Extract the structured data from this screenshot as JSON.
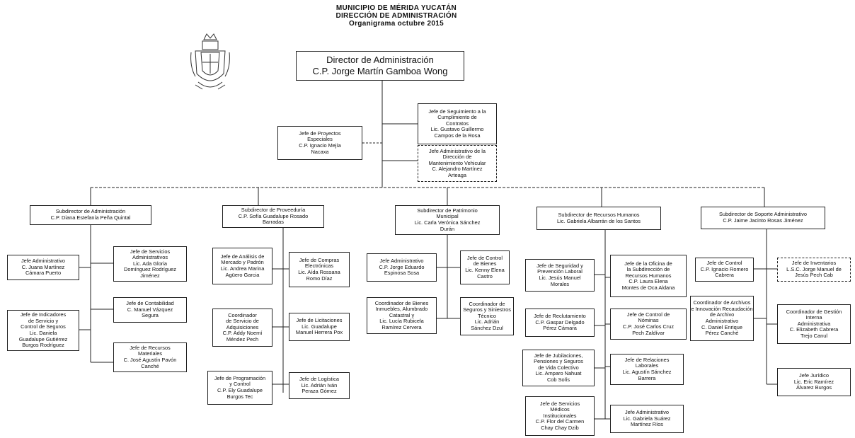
{
  "header": {
    "line1": "MUNICIPIO DE MÉRIDA YUCATÁN",
    "line2": "DIRECCIÓN DE ADMINISTRACIÓN",
    "line3": "Organigrama octubre 2015"
  },
  "director": {
    "title": "Director de Administración",
    "name": "C.P. Jorge Martín Gamboa Wong"
  },
  "staff_right": [
    {
      "lines": [
        "Jefe de Seguimiento a la",
        "Cumplimiento de",
        "Contratos",
        "Lic. Gustavo Guillermo",
        "Campos de la Rosa"
      ]
    },
    {
      "lines": [
        "Jefe Administrativo de la",
        "Dirección de",
        "Mantenimiento Vehicular",
        "C. Alejandro Martínez",
        "Arteaga"
      ]
    }
  ],
  "staff_left": {
    "lines": [
      "Jefe de Proyectos",
      "Especiales",
      "C.P. Ignacio Mejía",
      "Nacaxa"
    ]
  },
  "subdirections": [
    {
      "lines": [
        "Subdirector de Administración",
        "C.P. Diana Estefanía Peña Quintal"
      ]
    },
    {
      "lines": [
        "Subdirector de Proveeduría",
        "C.P. Sofía Guadalupe Rosado",
        "Barradas"
      ]
    },
    {
      "lines": [
        "Subdirector de Patrimonio",
        "Municipal",
        "Lic. Carla Verónica Sánchez",
        "Durán"
      ]
    },
    {
      "lines": [
        "Subdirector de Recursos Humanos",
        "Lic. Gabriela Albarrán de los Santos"
      ]
    },
    {
      "lines": [
        "Subdirector de Soporte Administrativo",
        "C.P. Jaime Jacinto Rosas Jiménez"
      ]
    }
  ],
  "units": {
    "adm_left": [
      {
        "lines": [
          "Jefe Administrativo",
          "C. Juana Martínez",
          "Cámara Puerto"
        ]
      },
      {
        "lines": [
          "Jefe de Indicadores",
          "de Servicio y",
          "Control de Seguros",
          "Lic. Daniela",
          "Guadalupe Gutiérrez",
          "Burgos Rodríguez"
        ]
      }
    ],
    "adm_right": [
      {
        "lines": [
          "Jefe de Servicios",
          "Administrativos",
          "Lic. Ada Gloria",
          "Domínguez Rodríguez",
          "Jiménez"
        ]
      },
      {
        "lines": [
          "Jefe de Contabilidad",
          "C. Manuel Vázquez",
          "Segura"
        ]
      },
      {
        "lines": [
          "Jefe de Recursos",
          "Materiales",
          "C. José Agustín Pavón",
          "Canché"
        ]
      }
    ],
    "prov_left": [
      {
        "lines": [
          "Jefe de Análisis de",
          "Mercado y Padrón",
          "Lic. Andrea Marina",
          "Agüero Garcia"
        ]
      },
      {
        "lines": [
          "Coordinador",
          "de Servicio de",
          "Adquisiciones",
          "C.P. Addy Noemí",
          "Méndez Pech"
        ]
      },
      {
        "lines": [
          "Jefe de Programación",
          "y Control",
          "C.P. Ely Guadalupe",
          "Burgos Tec"
        ]
      }
    ],
    "prov_right": [
      {
        "lines": [
          "Jefe de Compras",
          "Electrónicas",
          "Lic. Aída Rossana",
          "Romo Díaz"
        ]
      },
      {
        "lines": [
          "Jefe de Licitaciones",
          "Lic. Guadalupe",
          "Manuel Herrera Pox"
        ]
      },
      {
        "lines": [
          "Jefe de Logística",
          "Lic. Adrián Iván",
          "Peraza Gómez"
        ]
      }
    ],
    "pat_left": [
      {
        "lines": [
          "Jefe Administrativo",
          "C.P. Jorge Eduardo",
          "Espinosa Sosa"
        ]
      },
      {
        "lines": [
          "Coordinador de Bienes",
          "Inmuebles, Alumbrado",
          "Catastral y",
          "Lic. Lucía Rubicela",
          "Ramírez Cervera"
        ]
      }
    ],
    "pat_right": [
      {
        "lines": [
          "Jefe de Control",
          "de Bienes",
          "Lic. Kenny Elena",
          "Castro"
        ]
      },
      {
        "lines": [
          "Coordinador de",
          "Seguros y Siniestros",
          "Técnico",
          "Lic. Adrián",
          "Sánchez Dzul"
        ]
      }
    ],
    "rh_left": [
      {
        "lines": [
          "Jefe de Seguridad y",
          "Prevención Laboral",
          "Lic. Jesús Manuel",
          "Morales"
        ]
      },
      {
        "lines": [
          "Jefe de Reclutamiento",
          "C.P. Gaspar Delgado",
          "Pérez Cámara"
        ]
      },
      {
        "lines": [
          "Jefe de Jubilaciones,",
          "Pensiones y Seguros",
          "de Vida Colectivo",
          "Lic. Amparo Nahuat",
          "Cob Solís"
        ]
      },
      {
        "lines": [
          "Jefe de Servicios",
          "Médicos",
          "Institucionales",
          "C.P. Flor del Carmen",
          "Chay Chay Dzib"
        ]
      }
    ],
    "rh_right": [
      {
        "lines": [
          "Jefe de la Oficina de",
          "la Subdirección de",
          "Recursos Humanos",
          "C.P. Laura Elena",
          "Montes de Oca Aldana"
        ]
      },
      {
        "lines": [
          "Jefe de Control de",
          "Nóminas",
          "C.P. José Carlos Cruz",
          "Pech Zaldívar"
        ]
      },
      {
        "lines": [
          "Jefe de Relaciones",
          "Laborales",
          "Lic. Agustín Sánchez",
          "Barrera"
        ]
      },
      {
        "lines": [
          "Jefe Administrativo",
          "Lic. Gabriela Suárez",
          "Martínez Ríos"
        ]
      }
    ],
    "sop_left": [
      {
        "lines": [
          "Jefe de Control",
          "C.P. Ignacio Romero",
          "Cabrera"
        ]
      },
      {
        "lines": [
          "Coordinador de Archivos",
          "e Innovación Recaudación",
          "de Archivo",
          "Administrativo",
          "C. Daniel Enrique",
          "Pérez Canché"
        ]
      }
    ],
    "sop_right": [
      {
        "lines": [
          "Jefe de Inventarios",
          "L.S.C. Jorge Manuel de",
          "Jesús Pech Cab"
        ]
      },
      {
        "lines": [
          "Coordinador de Gestión",
          "Interna",
          "Administrativa",
          "C. Elizabeth Cabrera",
          "Trejo Canul"
        ]
      },
      {
        "lines": [
          "Jefe Jurídico",
          "Lic. Eric Ramírez",
          "Álvarez Burgos"
        ]
      }
    ]
  }
}
